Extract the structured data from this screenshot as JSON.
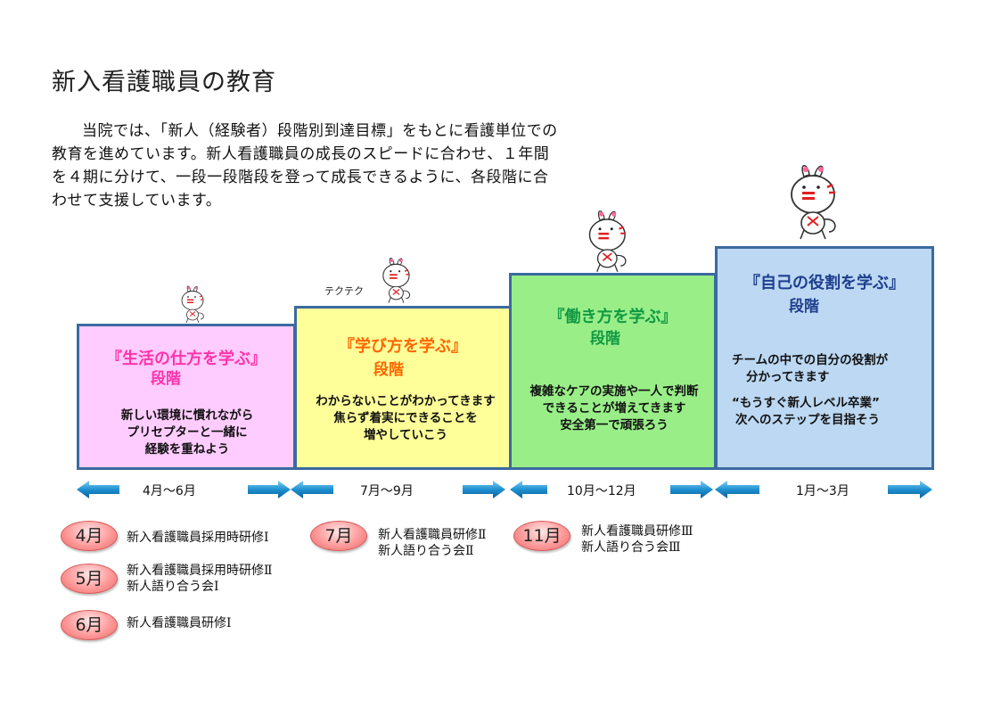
{
  "page": {
    "title": "新入看護職員の教育",
    "intro_lines": [
      "当院では、「新人（経験者）段階別到達目標」をもとに看護単位での",
      "教育を進めています。新人看護職員の成長のスピードに合わせ、１年間",
      "を４期に分けて、一段一段階段を登って成長できるように、各段階に合",
      "わせて支援しています。"
    ]
  },
  "stages": [
    {
      "title": "『生活の仕方を学ぶ』",
      "sub": "段階",
      "color": "#ff33aa",
      "desc": [
        "新しい環境に慣れながら",
        "プリセプターと一緒に",
        "経験を重ねよう"
      ],
      "period": "4月～6月"
    },
    {
      "title": "『学び方を学ぶ』",
      "sub": "段階",
      "color": "#ff6600",
      "desc": [
        "わからないことがわかってきます",
        "焦らず着実にできることを",
        "増やしていこう"
      ],
      "period": "7月～9月"
    },
    {
      "title": "『働き方を学ぶ』",
      "sub": "段階",
      "color": "#119944",
      "desc": [
        "複雑なケアの実施や一人で判断",
        "できることが増えてきます",
        "安全第一で頑張ろう"
      ],
      "period": "10月～12月"
    },
    {
      "title": "『自己の役割を学ぶ』",
      "sub": "段階",
      "color": "#1f3f8f",
      "desc": [
        "チームの中での自分の役割が",
        "分かってきます",
        "“もうすぐ新人レベル卒業”",
        "次へのステップを目指そう"
      ],
      "period": "1月～3月"
    }
  ],
  "tekuteku": "テクテク",
  "trainings": [
    {
      "month": "4月",
      "lines": [
        "新入看護職員採用時研修Ⅰ"
      ]
    },
    {
      "month": "5月",
      "lines": [
        "新入看護職員採用時研修Ⅱ",
        "新人語り合う会Ⅰ"
      ]
    },
    {
      "month": "6月",
      "lines": [
        "新人看護職員研修Ⅰ"
      ]
    },
    {
      "month": "7月",
      "lines": [
        "新人看護職員研修Ⅱ",
        "新人語り合う会Ⅱ"
      ]
    },
    {
      "month": "11月",
      "lines": [
        "新人看護職員研修Ⅲ",
        "新人語り合う会Ⅲ"
      ]
    }
  ],
  "colors": {
    "stage_border": "#3b6a9f",
    "arrow": "#1e90d0",
    "badge": "#ff9a9a"
  },
  "icons": {
    "mascot": "rabbit-mascot-icon",
    "arrow_left": "arrow-left-icon",
    "arrow_right": "arrow-right-icon"
  }
}
